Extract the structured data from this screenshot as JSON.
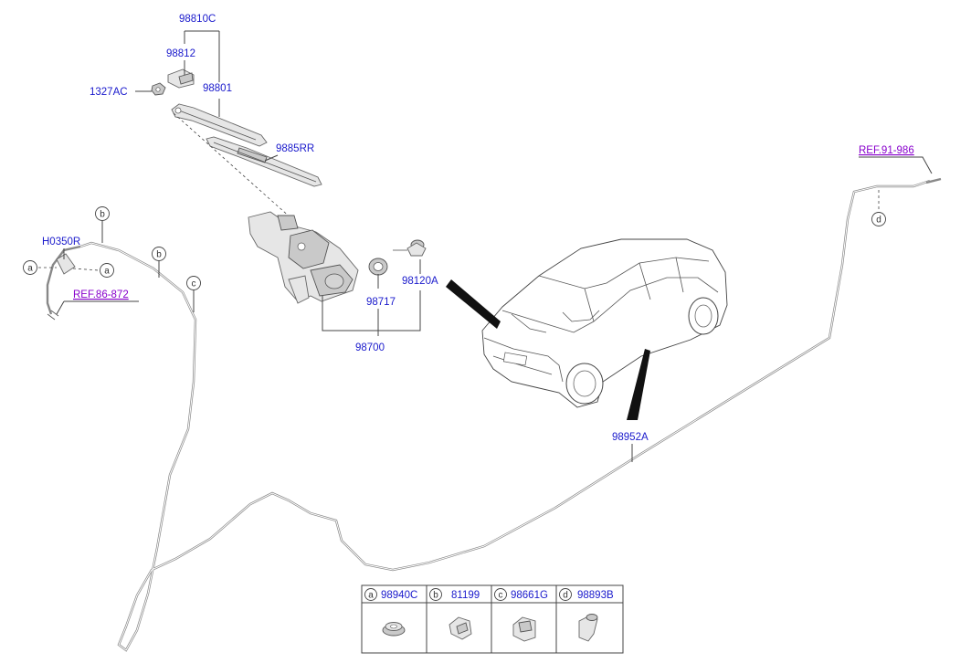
{
  "parts": {
    "p98810C": "98810C",
    "p98812": "98812",
    "p98801": "98801",
    "p1327AC": "1327AC",
    "p9885RR": "9885RR",
    "pH0350R": "H0350R",
    "p98717": "98717",
    "p98120A": "98120A",
    "p98700": "98700",
    "p98952A": "98952A"
  },
  "refs": {
    "ref86": "REF.86-872",
    "ref91": "REF.91-986"
  },
  "callouts": {
    "a": "a",
    "b": "b",
    "c": "c",
    "d": "d"
  },
  "legend": {
    "items": [
      {
        "letter": "a",
        "part": "98940C"
      },
      {
        "letter": "b",
        "part": "81199"
      },
      {
        "letter": "c",
        "part": "98661G"
      },
      {
        "letter": "d",
        "part": "98893B"
      }
    ]
  }
}
